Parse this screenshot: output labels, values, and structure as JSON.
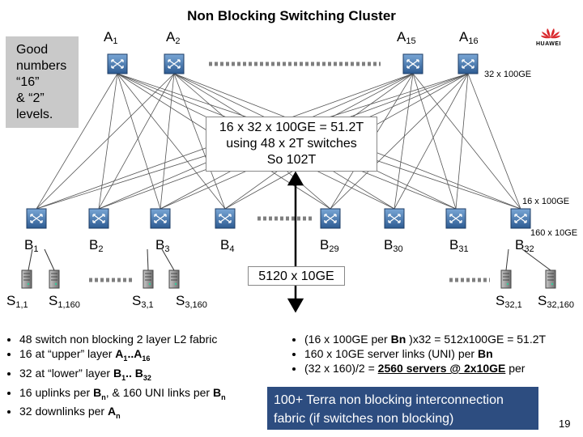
{
  "title": "Non Blocking Switching Cluster",
  "note": "Good\nnumbers\n“16”\n& “2”\nlevels.",
  "center_box": "16 x 32 x 100GE = 51.2T\nusing 48 x 2T switches\nSo 102T",
  "uplink_label": "32 x 100GE",
  "downlink_label": "16 x 100GE",
  "server_link_label": "160 x 10GE",
  "mid_label": "5120 x 10GE",
  "logo_text": "HUAWEI",
  "page_number": "19",
  "upper_switches": [
    {
      "base": "A",
      "sub": "1"
    },
    {
      "base": "A",
      "sub": "2"
    },
    {
      "base": "A",
      "sub": "15"
    },
    {
      "base": "A",
      "sub": "16"
    }
  ],
  "lower_switches": [
    {
      "base": "B",
      "sub": "1"
    },
    {
      "base": "B",
      "sub": "2"
    },
    {
      "base": "B",
      "sub": "3"
    },
    {
      "base": "B",
      "sub": "4"
    },
    {
      "base": "B",
      "sub": "29"
    },
    {
      "base": "B",
      "sub": "30"
    },
    {
      "base": "B",
      "sub": "31"
    },
    {
      "base": "B",
      "sub": "32"
    }
  ],
  "servers": [
    {
      "base": "S",
      "sub": "1,1"
    },
    {
      "base": "S",
      "sub": "1,160"
    },
    {
      "base": "S",
      "sub": "3,1"
    },
    {
      "base": "S",
      "sub": "3,160"
    },
    {
      "base": "S",
      "sub": "32,1"
    },
    {
      "base": "S",
      "sub": "32,160"
    }
  ],
  "left_bullets": [
    "48 switch non blocking 2 layer L2 fabric",
    "16 at “upper” layer A1..A16",
    "32 at “lower” layer B1.. B32",
    "16 uplinks per Bn, & 160 UNI links per Bn",
    "32 downlinks per An"
  ],
  "right_bullets": [
    {
      "pre": "(16 x 100GE per ",
      "bold": "Bn",
      "post": " )x32 = 512x100GE = 51.2T"
    },
    {
      "pre": "160 x 10GE server links (UNI) per ",
      "bold": "Bn",
      "post": ""
    },
    {
      "pre": "(32 x 160)/2 = ",
      "bold": "2560 servers @ 2x10GE",
      "post": " per"
    }
  ],
  "blue_box": "100+ Terra non blocking interconnection\nfabric (if switches non blocking)",
  "colors": {
    "switch_blue": "#3a6ea5",
    "box_navy": "#2d4d80",
    "dotted_gray": "#7f7f7f",
    "logo_red": "#d9262a"
  }
}
